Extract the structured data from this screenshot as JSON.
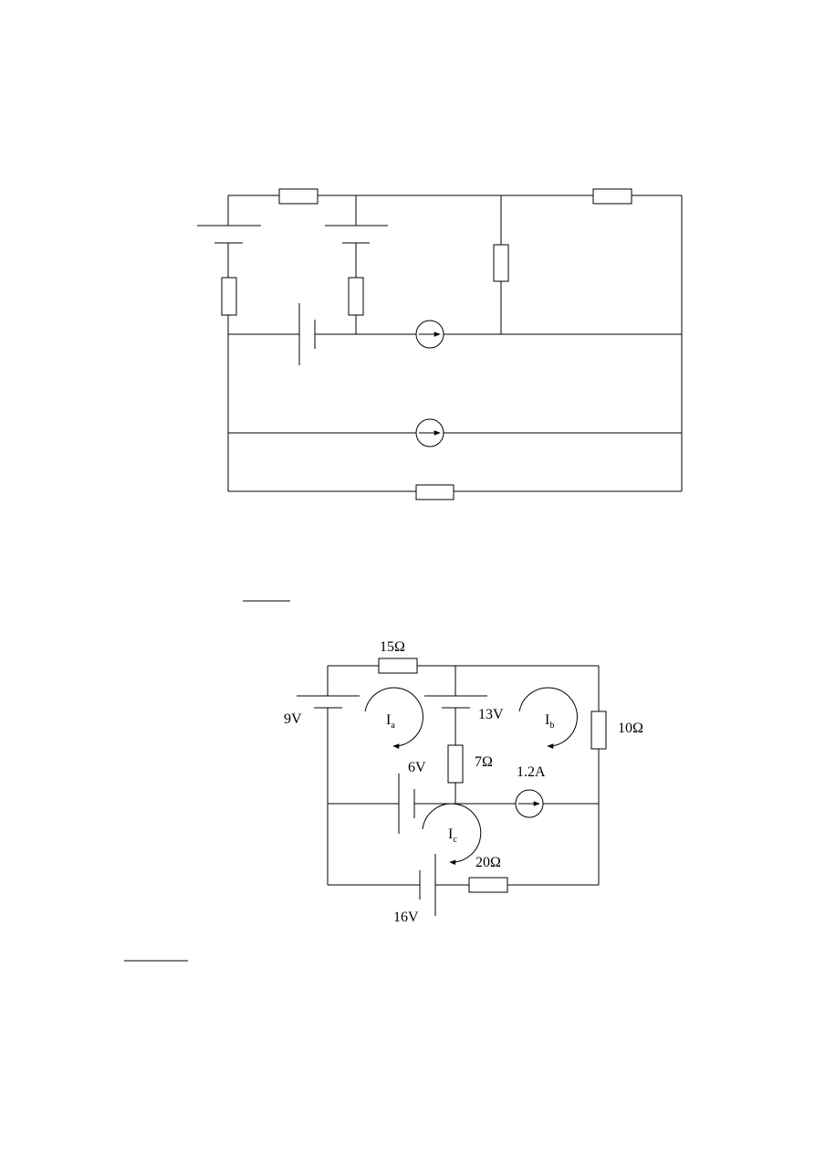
{
  "colors": {
    "ink": "#000000",
    "background": "#ffffff"
  },
  "diagram2": {
    "labels": {
      "r15": "15Ω",
      "v9": "9V",
      "v13": "13V",
      "r10": "10Ω",
      "r7": "7Ω",
      "v6": "6V",
      "i12": "1.2A",
      "r20": "20Ω",
      "v16": "16V"
    },
    "loops": {
      "a": {
        "main": "I",
        "sub": "a"
      },
      "b": {
        "main": "I",
        "sub": "b"
      },
      "c": {
        "main": "I",
        "sub": "c"
      }
    }
  }
}
